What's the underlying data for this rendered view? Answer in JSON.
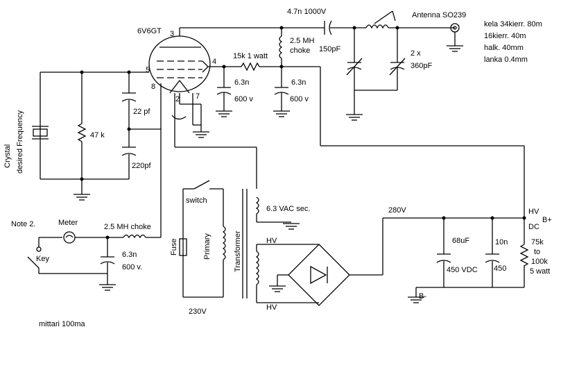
{
  "labels": {
    "tube": "6V6GT",
    "pin3": "3",
    "pin5": "5",
    "pin8": "8",
    "pin4": "4",
    "pin2": "2",
    "pin7": "7",
    "cap_coupling": "4.7n 1000V",
    "antenna": "Antenna SO239",
    "coil_note_1": "kela 34kierr. 80m",
    "coil_note_2": "16kierr. 40m",
    "coil_note_3": "halk. 40mm",
    "coil_note_4": "lanka 0.4mm",
    "choke_plate_1": "2.5 MH",
    "choke_plate_2": "choke",
    "cap_150": "150pF",
    "cap_360_1": "2 x",
    "cap_360_2": "360pF",
    "res_15k": "15k 1 watt",
    "cap_63n_a": "6.3n",
    "cap_600v_a": "600 v",
    "cap_63n_b": "6.3n",
    "cap_600v_b": "600 v",
    "cap_22pf": "22 pf",
    "cap_220pf": "220pf",
    "res_47k": "47 k",
    "crystal_1": "Crystal",
    "crystal_2": "desired Frequency",
    "switch": "switch",
    "heater_sec": "6.3 VAC  sec.",
    "v280": "280V",
    "hv_top": "HV",
    "b_plus": "B+",
    "dc": "DC",
    "note2": "Note 2.",
    "meter": "Meter",
    "choke_key": "2.5 MH  choke",
    "key": "Key",
    "cap_63n_c": "6.3n",
    "cap_600v_c": "600 v.",
    "fuse": "Fuse",
    "primary": "Primary",
    "transformer": "Transformer",
    "hv_sec_top": "HV",
    "hv_sec_bottom": "HV",
    "cap_68uf": "68uF",
    "cap_450vdc": "450 VDC",
    "cap_10n": "10n",
    "cap_450": "450",
    "bleeder_1": "75k",
    "bleeder_2": "to",
    "bleeder_3": "100k",
    "bleeder_4": "5 watt",
    "b_minus": "B-",
    "mains": "230V",
    "meter_note": "mittari 100ma"
  }
}
